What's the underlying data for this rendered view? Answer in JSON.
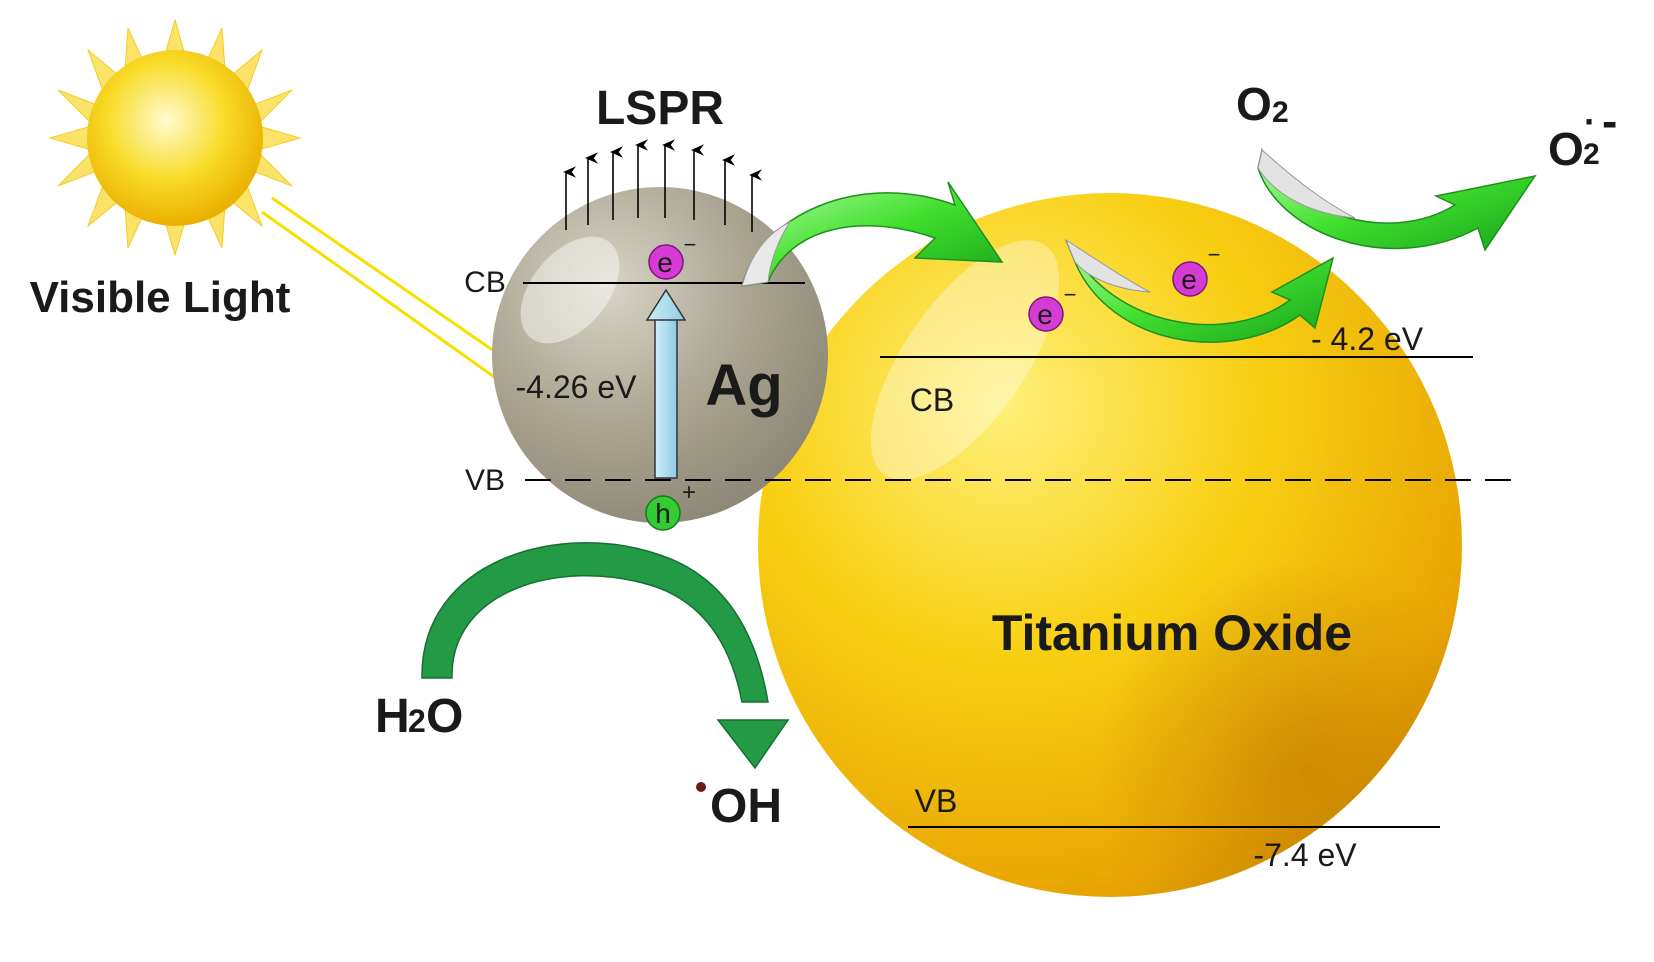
{
  "labels": {
    "visible_light": "Visible Light",
    "lspr": "LSPR",
    "ag": "Ag",
    "ag_cb": "CB",
    "ag_vb": "VB",
    "ag_energy": "-4.26 eV",
    "electron_symbol": "e",
    "electron_charge": "−",
    "hole_symbol": "h",
    "hole_charge": "+",
    "tio2": "Titanium Oxide",
    "tio2_cb": "CB",
    "tio2_vb": "VB",
    "tio2_cb_energy": "- 4.2 eV",
    "tio2_vb_energy": "-7.4 eV",
    "o2_base": "O",
    "o2_sub": "2",
    "superoxide_base": "O",
    "superoxide_sub": "2",
    "superoxide_dot": "·",
    "superoxide_charge": "-",
    "h2o_h": "H",
    "h2o_sub": "2",
    "h2o_o": "O",
    "oh_radical": "OH"
  },
  "colors": {
    "sun_core": "#f7d21a",
    "sun_rays": "#fbe36a",
    "ag_sphere": "#a9a391",
    "tio2_sphere": "#f2bd10",
    "electron_fill": "#d63bd6",
    "hole_fill": "#33cc33",
    "arrow_green": "#44dd33",
    "arrow_dark_green": "#23a040",
    "blue_arrow": "#a7d8ec",
    "light_beam": "#f5e000"
  }
}
